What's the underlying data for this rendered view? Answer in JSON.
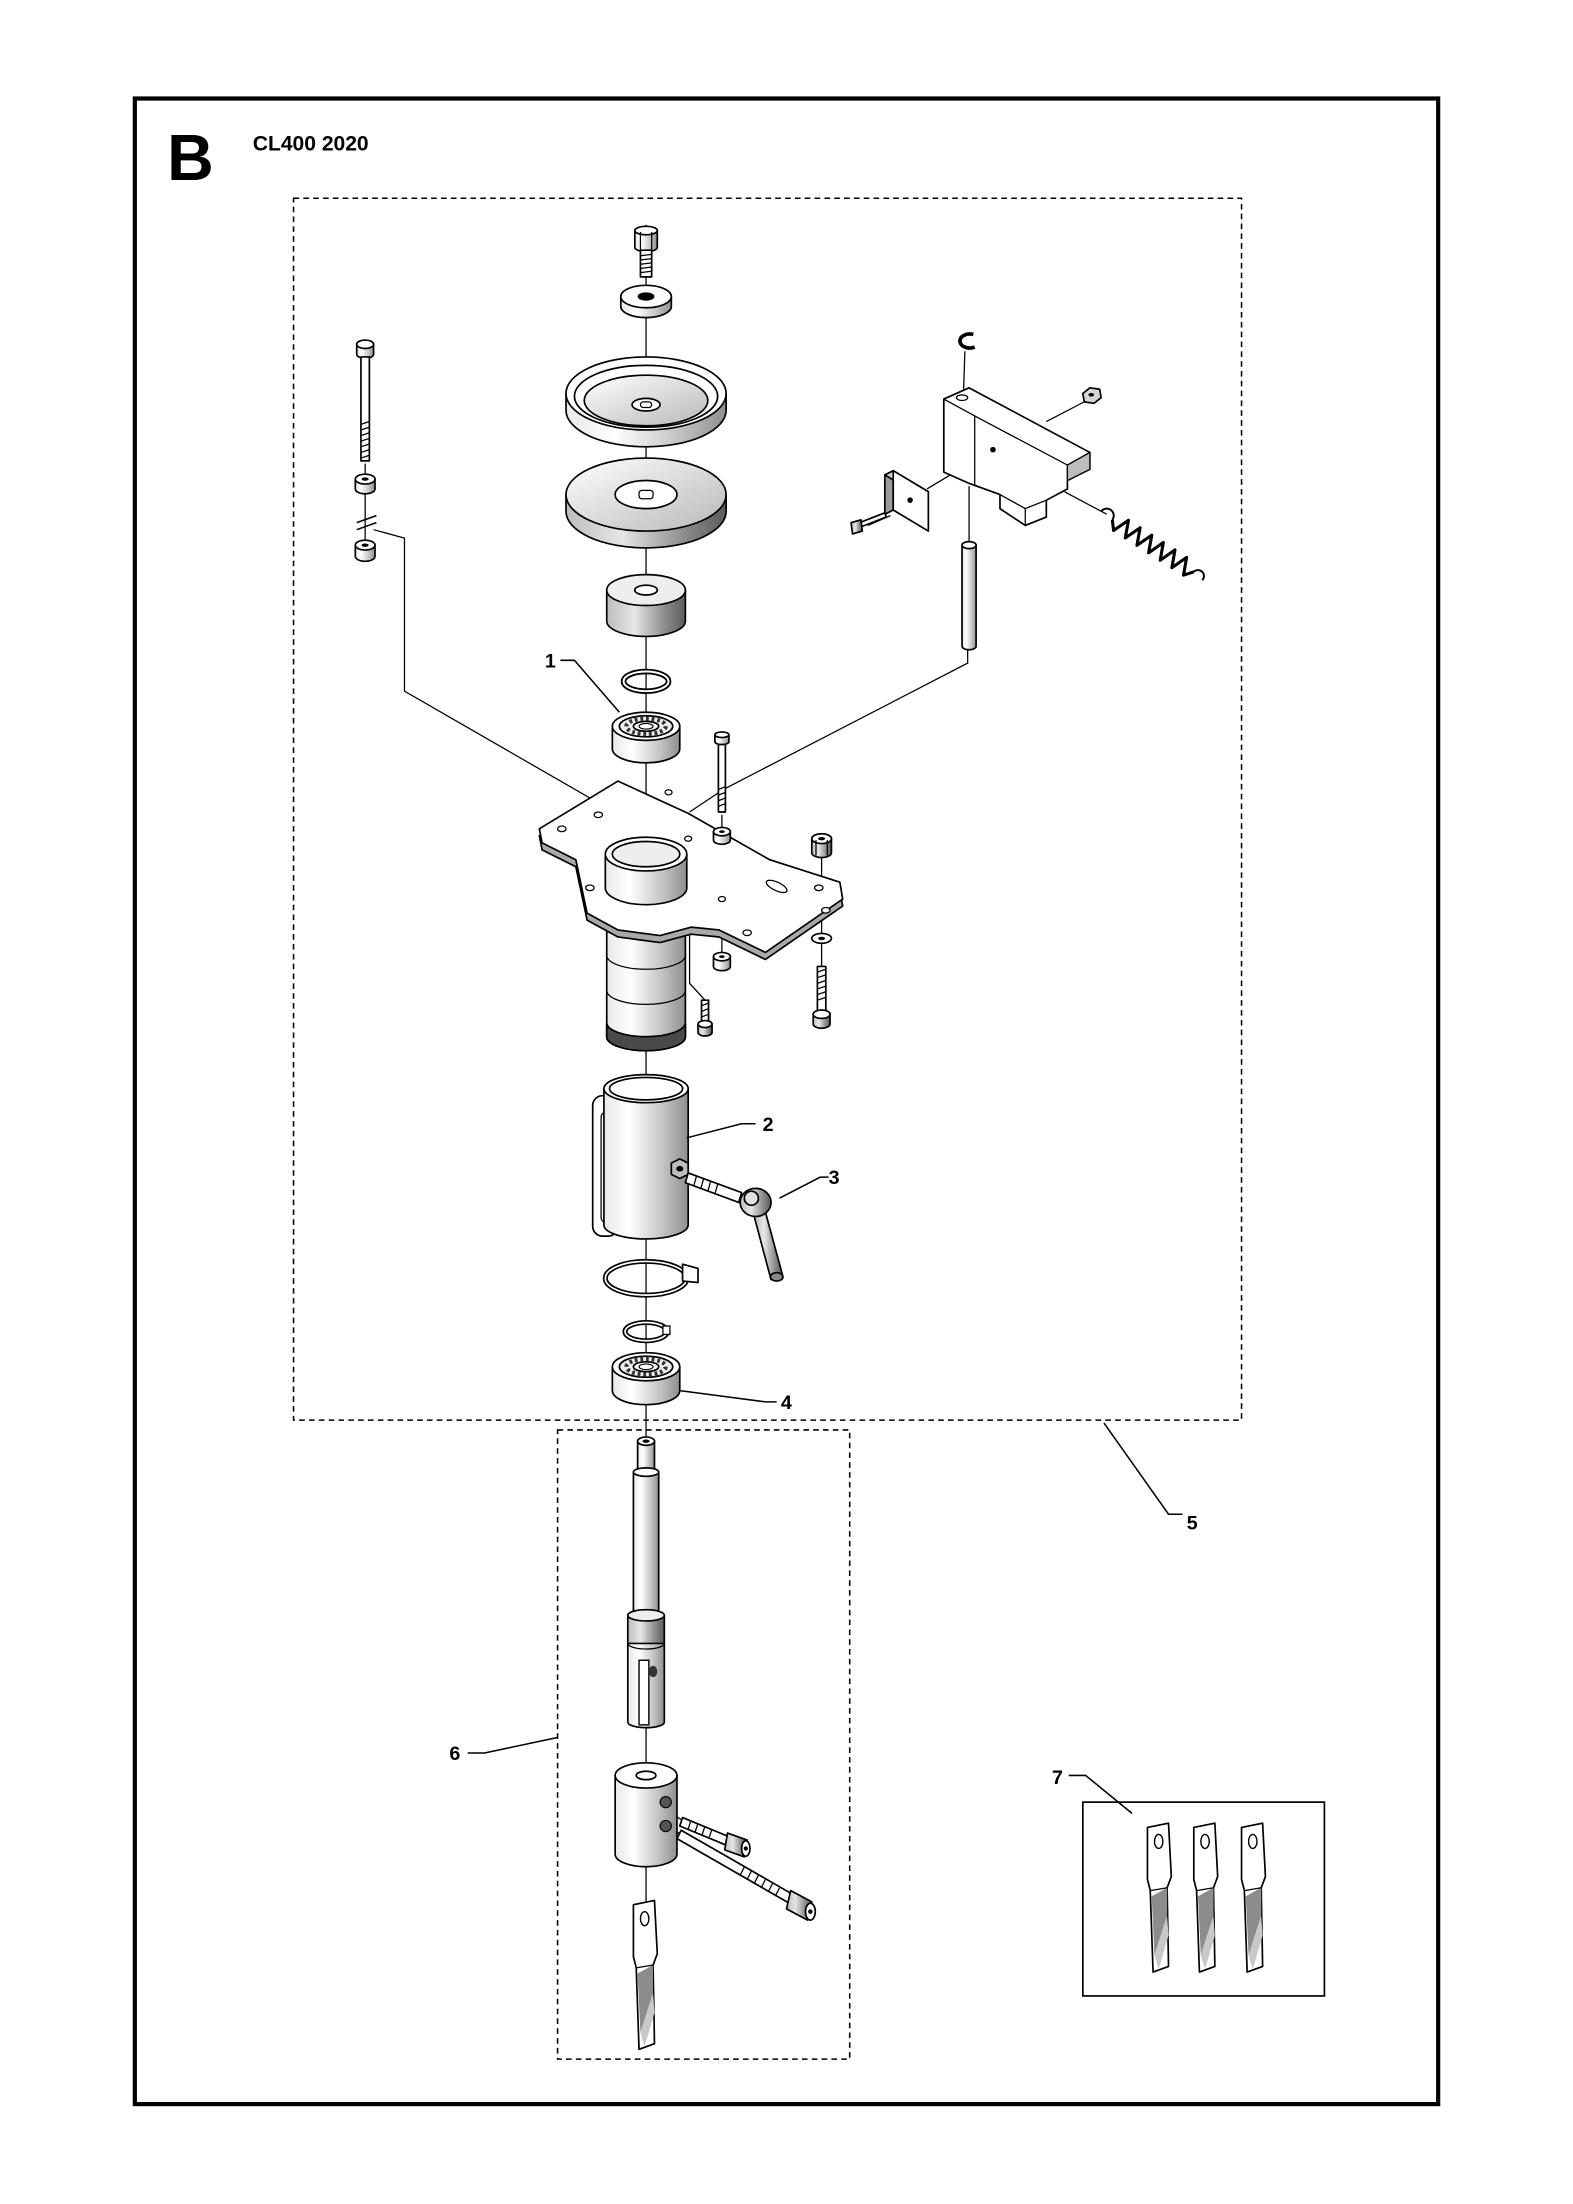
{
  "header": {
    "section_letter": "B",
    "model_label": "CL400 2020"
  },
  "callouts": [
    "1",
    "2",
    "3",
    "4",
    "5",
    "6",
    "7"
  ]
}
